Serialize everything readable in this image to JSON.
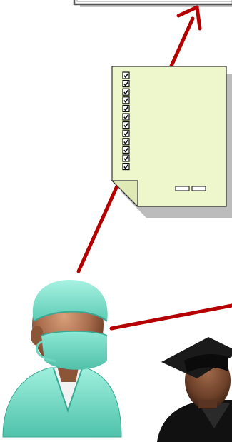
{
  "diagram": {
    "nodes": [
      {
        "id": "target-box",
        "icon": "box-edge-icon"
      },
      {
        "id": "checklist-document",
        "icon": "checklist-document-icon",
        "checked_items": 12
      },
      {
        "id": "surgeon",
        "icon": "surgeon-avatar-icon"
      },
      {
        "id": "graduate",
        "icon": "graduate-avatar-icon"
      }
    ],
    "edges": [
      {
        "from": "surgeon",
        "to": "target-box",
        "arrow": true
      },
      {
        "from": "surgeon",
        "to": "offscreen-right",
        "arrow": false
      }
    ],
    "colors": {
      "connector": "#b40000",
      "document_fill": "#eef7cc",
      "scrubs": "#79ddc8",
      "skin": "#a86c4d",
      "graduate_robe": "#111111"
    }
  }
}
